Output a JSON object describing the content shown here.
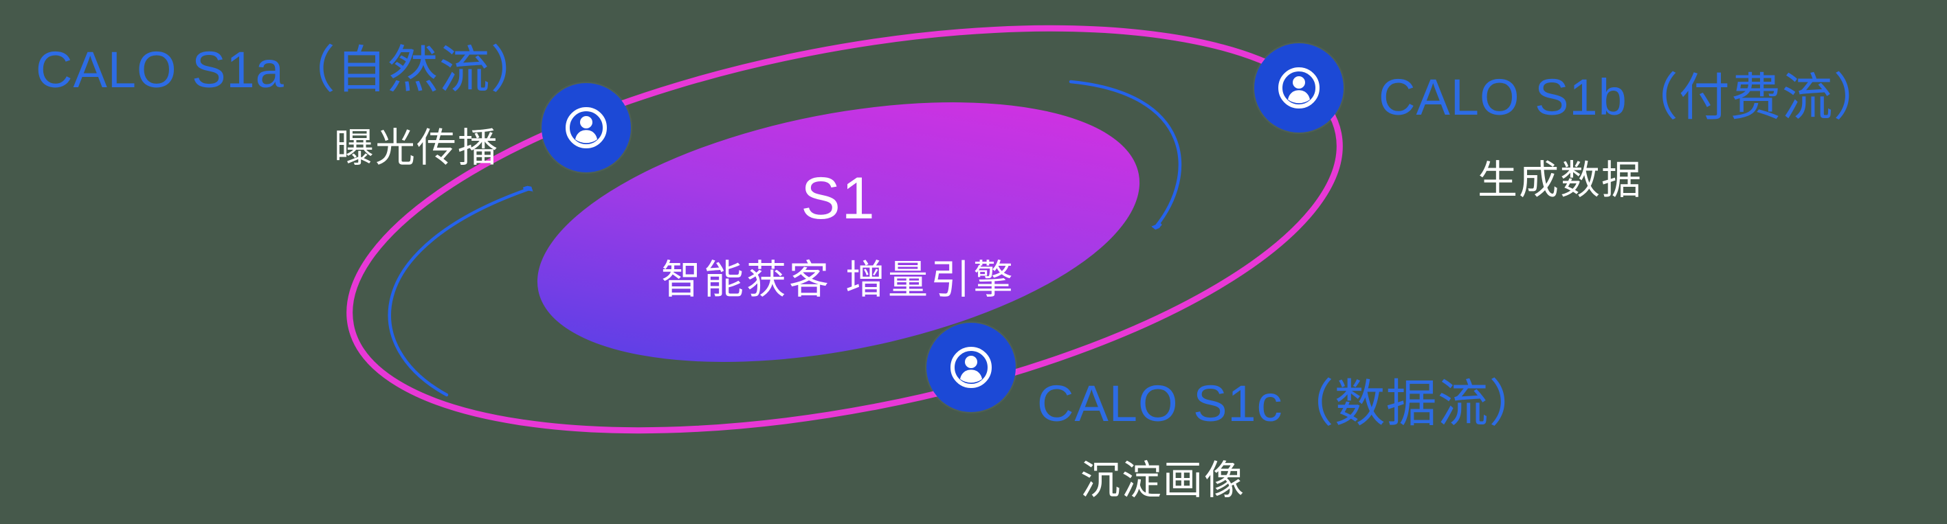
{
  "diagram": {
    "center": {
      "title": "S1",
      "subtitle": "智能获客  增量引擎"
    },
    "nodes": [
      {
        "id": "s1a",
        "title": "CALO S1a（自然流）",
        "subtitle": "曝光传播"
      },
      {
        "id": "s1b",
        "title": "CALO S1b（付费流）",
        "subtitle": "生成数据"
      },
      {
        "id": "s1c",
        "title": "CALO S1c（数据流）",
        "subtitle": "沉淀画像"
      }
    ],
    "colors": {
      "background": "#46594b",
      "orbit": "#e838d6",
      "node": "#1c49d6",
      "label_blue": "#2d6ce5",
      "text_white": "#ffffff",
      "arrow": "#2563eb",
      "grad_start": "#4741e6",
      "grad_mid": "#a63ae6",
      "grad_end": "#e02ee0"
    }
  }
}
